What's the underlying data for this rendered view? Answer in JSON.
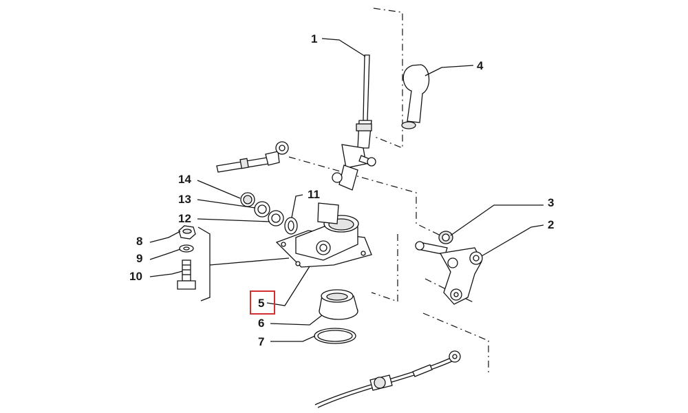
{
  "callouts": [
    {
      "id": "1",
      "text": "1"
    },
    {
      "id": "2",
      "text": "2"
    },
    {
      "id": "3",
      "text": "3"
    },
    {
      "id": "4",
      "text": "4"
    },
    {
      "id": "5",
      "text": "5",
      "highlighted": true
    },
    {
      "id": "6",
      "text": "6"
    },
    {
      "id": "7",
      "text": "7"
    },
    {
      "id": "8",
      "text": "8"
    },
    {
      "id": "9",
      "text": "9"
    },
    {
      "id": "10",
      "text": "10"
    },
    {
      "id": "11",
      "text": "11"
    },
    {
      "id": "12",
      "text": "12"
    },
    {
      "id": "13",
      "text": "13"
    },
    {
      "id": "14",
      "text": "14"
    }
  ],
  "colors": {
    "highlight": "#d32f2f",
    "line": "#111111",
    "label": "#1a1a1a",
    "background": "#ffffff"
  }
}
